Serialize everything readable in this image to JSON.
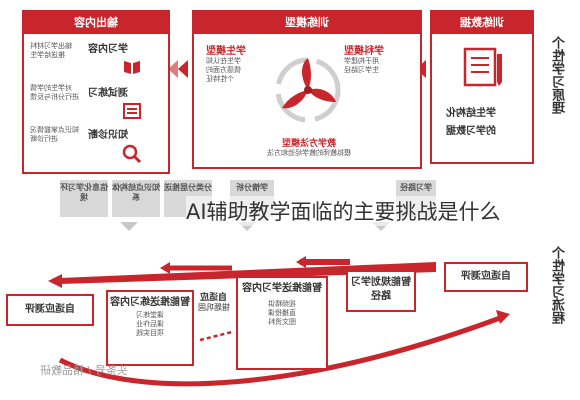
{
  "caption": "AI辅助教学面临的主要挑战是什么",
  "panels": {
    "data": {
      "title": "训练数据",
      "lines": [
        "学生结构化",
        "的学习数据"
      ]
    },
    "model": {
      "title": "训练模型",
      "left_heading": "学生模型",
      "left_lines": [
        "学生在认知",
        "情感方面的",
        "个性特征"
      ],
      "right_heading": "学科模型",
      "right_lines": [
        "用于构建学",
        "生学习路径"
      ],
      "bottom_heading": "教学方法模型",
      "bottom_lines": [
        "模拟教师的教学经验和方法"
      ]
    },
    "output": {
      "title": "输出内容",
      "items": [
        {
          "label": "学习内容",
          "lines": [
            "输出学习材料",
            "推送给学生"
          ]
        },
        {
          "label": "测试练习",
          "lines": [
            "对学生的学情",
            "进行分析与反馈"
          ]
        },
        {
          "label": "知识诊断",
          "lines": [
            "知识点掌握情况",
            "进行诊断"
          ]
        }
      ]
    }
  },
  "gray_labels": [
    "信息化学习环境",
    "知识点结构体系",
    "分类分层推送",
    "学情分析",
    "学习路径"
  ],
  "flow": {
    "steps": [
      {
        "label": "自适应测评"
      },
      {
        "label": "智能规划学习路径"
      },
      {
        "label": "智能推送学习内容",
        "lines": [
          "视频精讲",
          "直播授课",
          "图文资料"
        ]
      },
      {
        "label": "自适应",
        "lines": [
          "错题巩固"
        ]
      },
      {
        "label": "智能推送练习内容",
        "lines": [
          "课堂练习",
          "课后作业",
          "项目实践"
        ]
      },
      {
        "label": "自适应测评"
      }
    ],
    "watermark": "头条号 / 精品教研"
  },
  "side_titles": [
    "个性学习原理",
    "个性学习流程"
  ],
  "colors": {
    "accent": "#c8262c",
    "gray": "#d8d8d8"
  }
}
